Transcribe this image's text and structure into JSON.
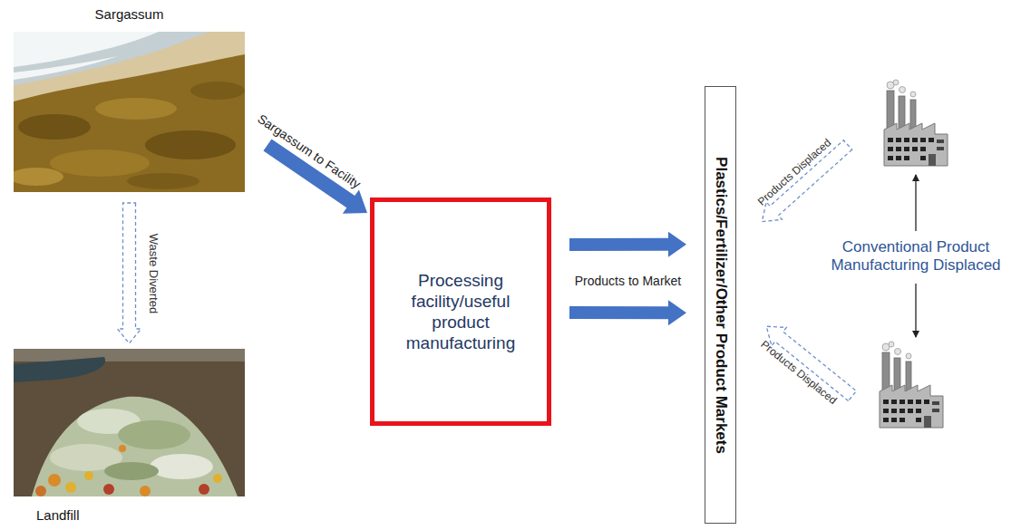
{
  "diagram": {
    "nodes": [
      {
        "text": [
          "Sargassum"
        ]
      },
      {
        "text": [
          "Landfill"
        ]
      },
      {
        "text": [
          "Processing facility/useful product manufacturing"
        ]
      },
      {
        "text": [
          "Plastics/Fertilizer/Other Product Markets"
        ]
      }
    ],
    "edges": [
      {
        "from": 0,
        "to": 1,
        "arrow": "to",
        "label": "Waste Diverted"
      },
      {
        "from": 0,
        "to": 2,
        "arrow": "to",
        "label": "Sargassum to Facility"
      },
      {
        "from": 2,
        "to": 3,
        "arrow": "to",
        "label": "Products to Market"
      },
      {
        "from": 2,
        "to": 3,
        "arrow": "to"
      }
    ],
    "labels": [
      "Products Displaced",
      "Conventional Product Manufacturing Displaced",
      "Products Displaced"
    ]
  }
}
